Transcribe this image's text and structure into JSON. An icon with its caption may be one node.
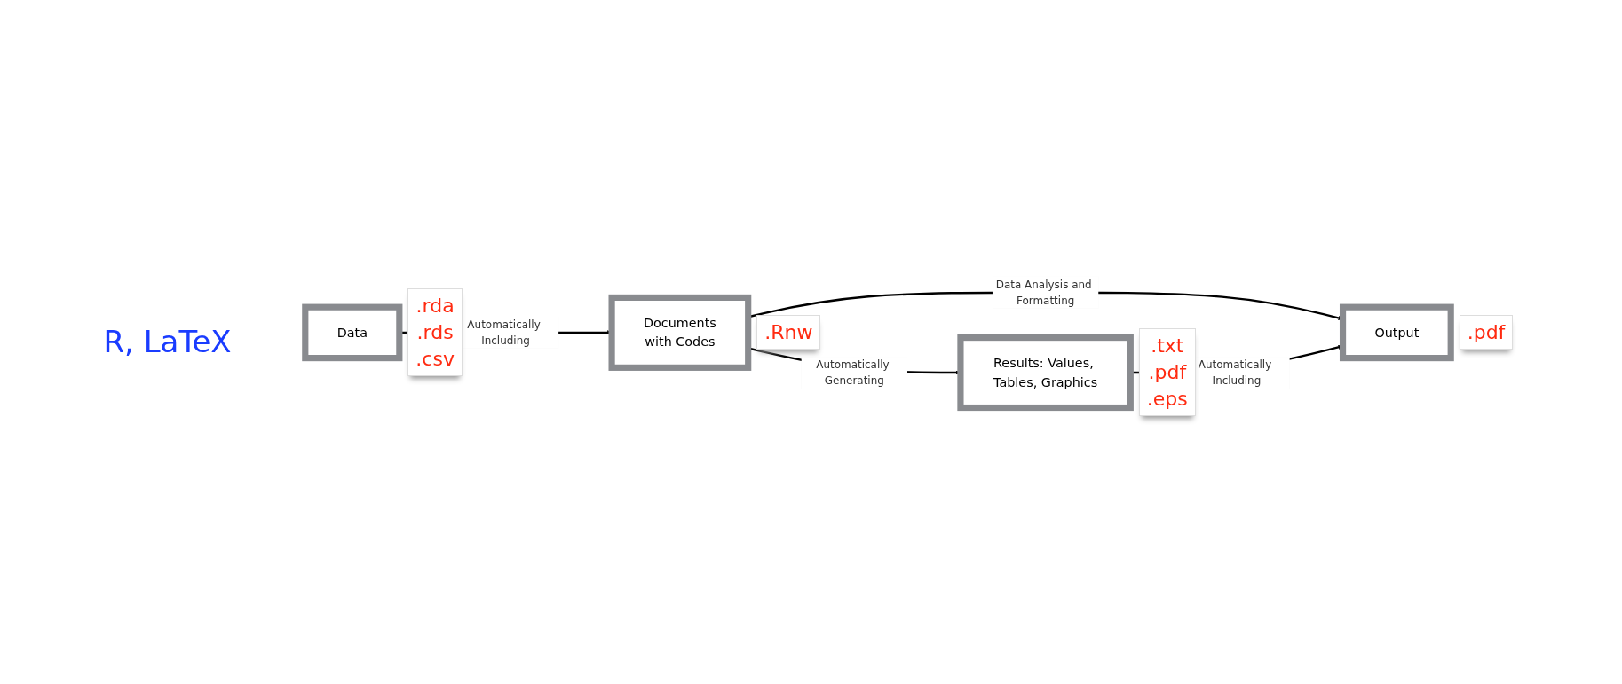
{
  "diagram": {
    "nodes": [
      {
        "text": [
          "Data"
        ],
        "beside": [
          ".rda",
          ".rds",
          ".csv"
        ]
      },
      {
        "text": [
          "Documents",
          "with Codes"
        ],
        "beside": [
          ".Rnw"
        ]
      },
      {
        "text": [
          "Results: Values, Tables, Graphics"
        ],
        "beside": [
          ".txt",
          ".pdf",
          ".eps"
        ]
      },
      {
        "text": [
          "Output"
        ],
        "beside": [
          ".pdf"
        ]
      }
    ],
    "edges": [
      {
        "from": 0,
        "to": 1,
        "arrow": "to",
        "label": "Automatically Including"
      },
      {
        "from": 1,
        "to": 3,
        "arrow": "to",
        "label": "Data Analysis and Formatting"
      },
      {
        "from": 1,
        "to": 2,
        "arrow": "to",
        "label": "Automatically Generating"
      },
      {
        "from": 2,
        "to": 3,
        "arrow": "to",
        "label": "Automatically Including"
      }
    ],
    "labels": [
      "R, LaTeX"
    ]
  }
}
